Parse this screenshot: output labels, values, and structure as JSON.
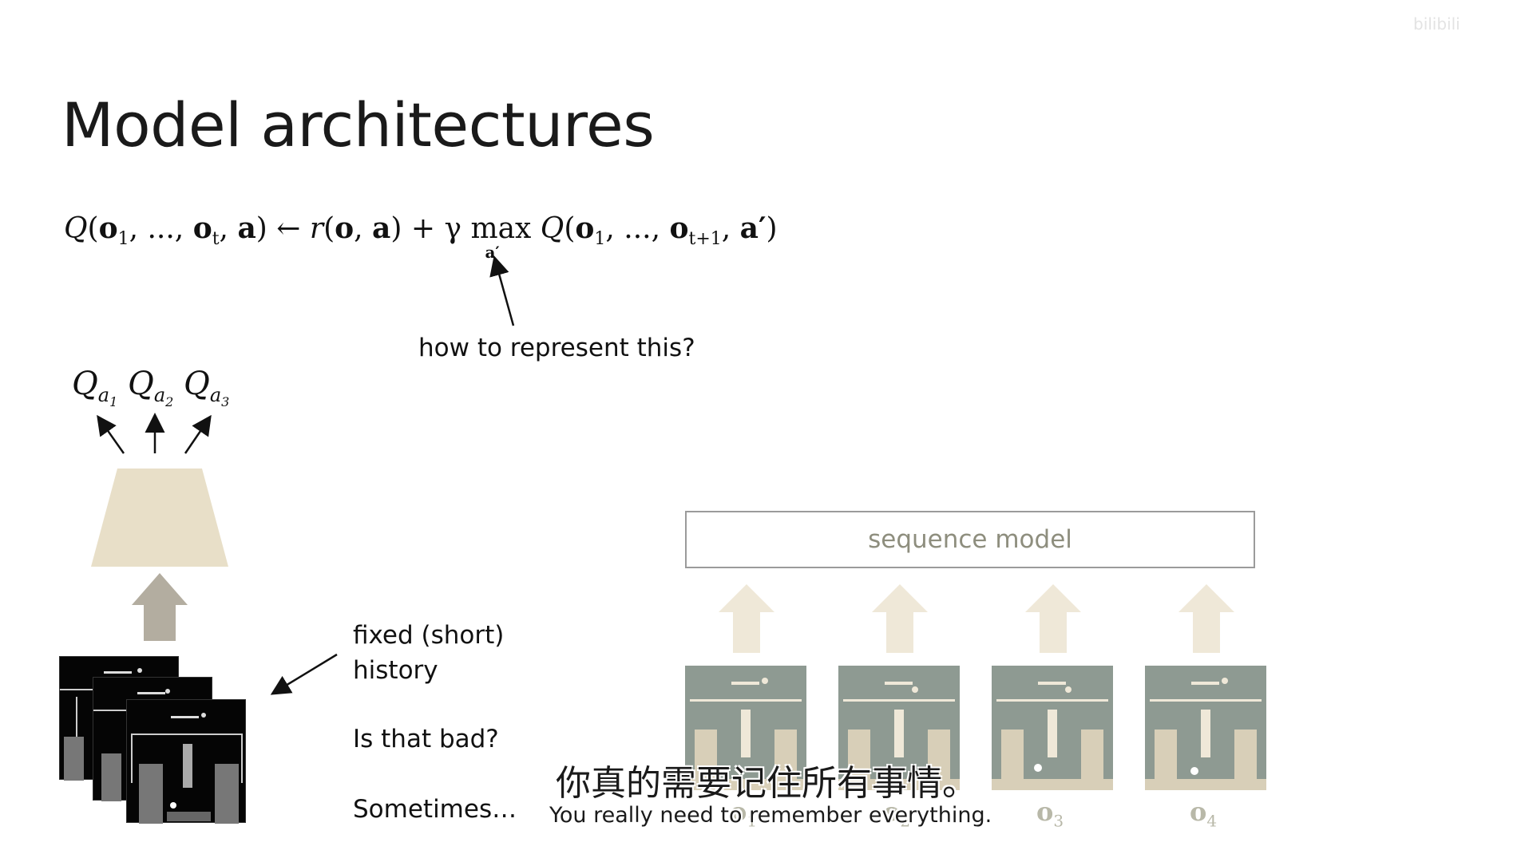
{
  "slide": {
    "title": "Model architectures",
    "watermark": "bilibili"
  },
  "formula": {
    "q": "Q",
    "obs_start": "o",
    "sub1": "1",
    "dots": ", ..., ",
    "obs_t": "o",
    "sub_t": "t",
    "action": "a",
    "arrow": " ← ",
    "reward": "r",
    "plus_gamma": " + γ ",
    "max": "max",
    "max_under": "a′",
    "q_next": "Q",
    "sub_t1": "t+1",
    "action_prime": "a′"
  },
  "annotations": {
    "how_to_represent": "how to represent this?",
    "fixed_history_line1": "fixed (short)",
    "fixed_history_line2": "history",
    "is_that_bad": "Is that bad?",
    "sometimes": "Sometimes…"
  },
  "network": {
    "outputs": [
      {
        "q": "Q",
        "a": "a",
        "n": "1"
      },
      {
        "q": "Q",
        "a": "a",
        "n": "2"
      },
      {
        "q": "Q",
        "a": "a",
        "n": "3"
      }
    ],
    "trapezoid_color": "#e8dfc8",
    "input_arrow_color": "#b3ada0"
  },
  "sequence_model": {
    "label": "sequence model",
    "arrow_color": "#efe8d8",
    "observations": [
      {
        "o": "o",
        "n": "1"
      },
      {
        "o": "o",
        "n": "2"
      },
      {
        "o": "o",
        "n": "3"
      },
      {
        "o": "o",
        "n": "4"
      }
    ]
  },
  "subtitles": {
    "zh": "你真的需要记住所有事情。",
    "en": "You really need to remember everything."
  }
}
